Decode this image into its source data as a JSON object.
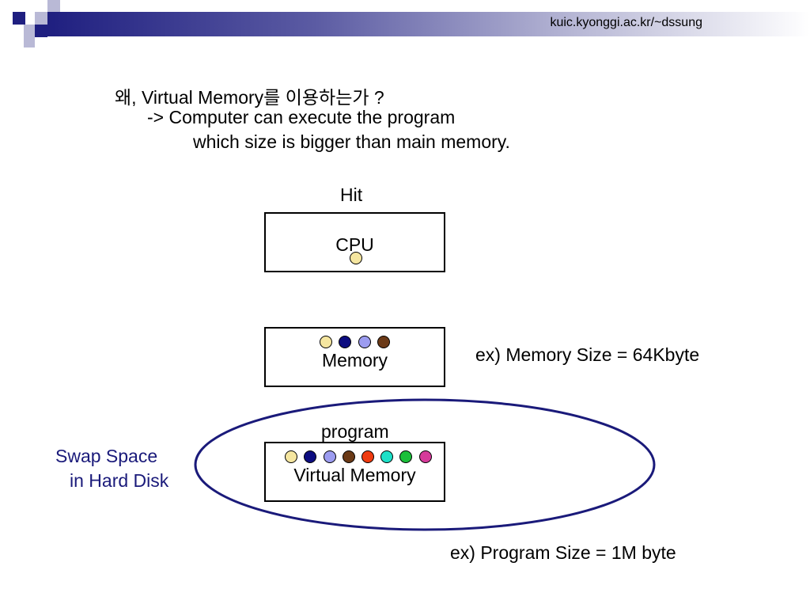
{
  "header": {
    "url": "kuic.kyonggi.ac.kr/~dssung"
  },
  "text": {
    "line1": "왜, Virtual Memory를 이용하는가 ?",
    "line2": "-> Computer can execute the program",
    "line3": "which size is bigger than main memory."
  },
  "diagram": {
    "hit_label": "Hit",
    "cpu_label": "CPU",
    "memory_label": "Memory",
    "program_label": "program",
    "virtual_memory_label": "Virtual Memory",
    "swap_line1": "Swap Space",
    "swap_line2": "in Hard Disk",
    "memory_size_note": "ex) Memory Size = 64Kbyte",
    "program_size_note": "ex) Program Size = 1M byte"
  },
  "colors": {
    "header_dark": "#1f1f80",
    "swap_ellipse": "#1a1a7a",
    "cpu_dots": [
      "#f5e6a0"
    ],
    "memory_dots": [
      "#f5e6a0",
      "#0d0d80",
      "#9c9cf0",
      "#6b3a17"
    ],
    "vm_dots": [
      "#f5e6a0",
      "#0d0d80",
      "#9c9cf0",
      "#6b3a17",
      "#ef3b10",
      "#1de0c8",
      "#1bbf3a",
      "#d63a9a"
    ]
  }
}
